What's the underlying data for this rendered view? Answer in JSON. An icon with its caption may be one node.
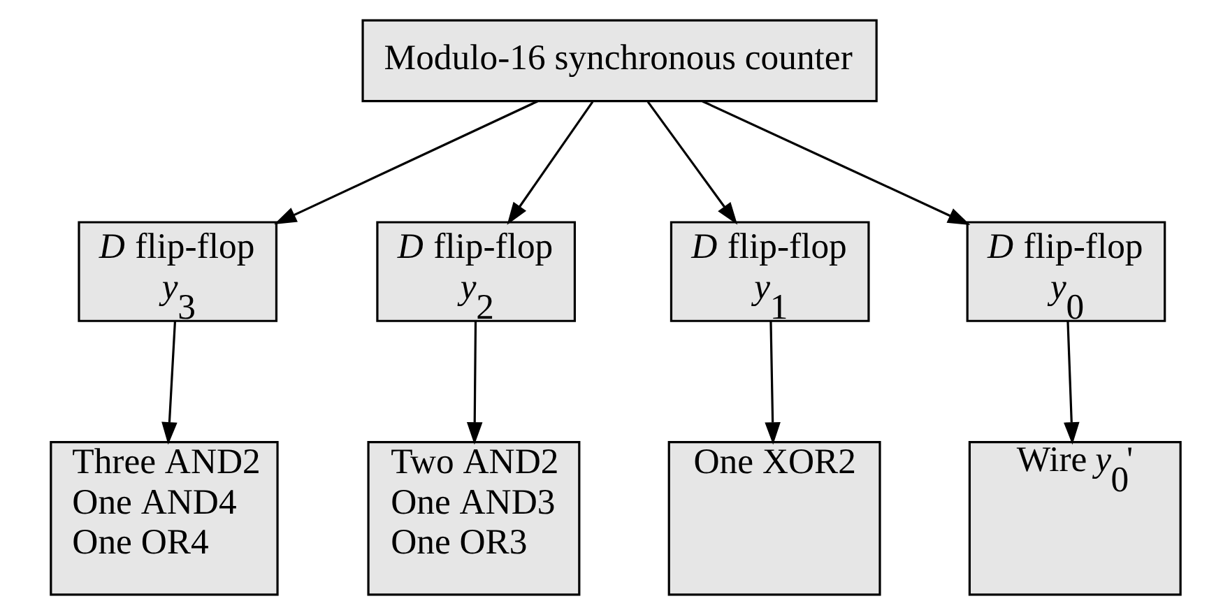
{
  "diagram": {
    "nodes": [
      {
        "text": [
          "Modulo-16 synchronous counter"
        ]
      },
      {
        "text": [
          "*D* flip-flop *y*$_{3}$"
        ]
      },
      {
        "text": [
          "*D* flip-flop *y*$_{2}$"
        ]
      },
      {
        "text": [
          "*D* flip-flop *y*$_{1}$"
        ]
      },
      {
        "text": [
          "*D* flip-flop *y*$_{0}$"
        ]
      },
      {
        "text": [
          "Three AND2 One AND4 One OR4"
        ]
      },
      {
        "text": [
          "Two AND2 One AND3 One OR3"
        ]
      },
      {
        "text": [
          "One XOR2"
        ]
      },
      {
        "text": [
          "Wire *y*$_{0}$'"
        ]
      }
    ],
    "edges": [
      {
        "from": 0,
        "to": 1,
        "arrow": "to"
      },
      {
        "from": 0,
        "to": 2,
        "arrow": "to"
      },
      {
        "from": 0,
        "to": 3,
        "arrow": "to"
      },
      {
        "from": 0,
        "to": 4,
        "arrow": "to"
      },
      {
        "from": 1,
        "to": 5,
        "arrow": "to"
      },
      {
        "from": 2,
        "to": 6,
        "arrow": "to"
      },
      {
        "from": 3,
        "to": 7,
        "arrow": "to"
      },
      {
        "from": 4,
        "to": 8,
        "arrow": "to"
      }
    ]
  }
}
